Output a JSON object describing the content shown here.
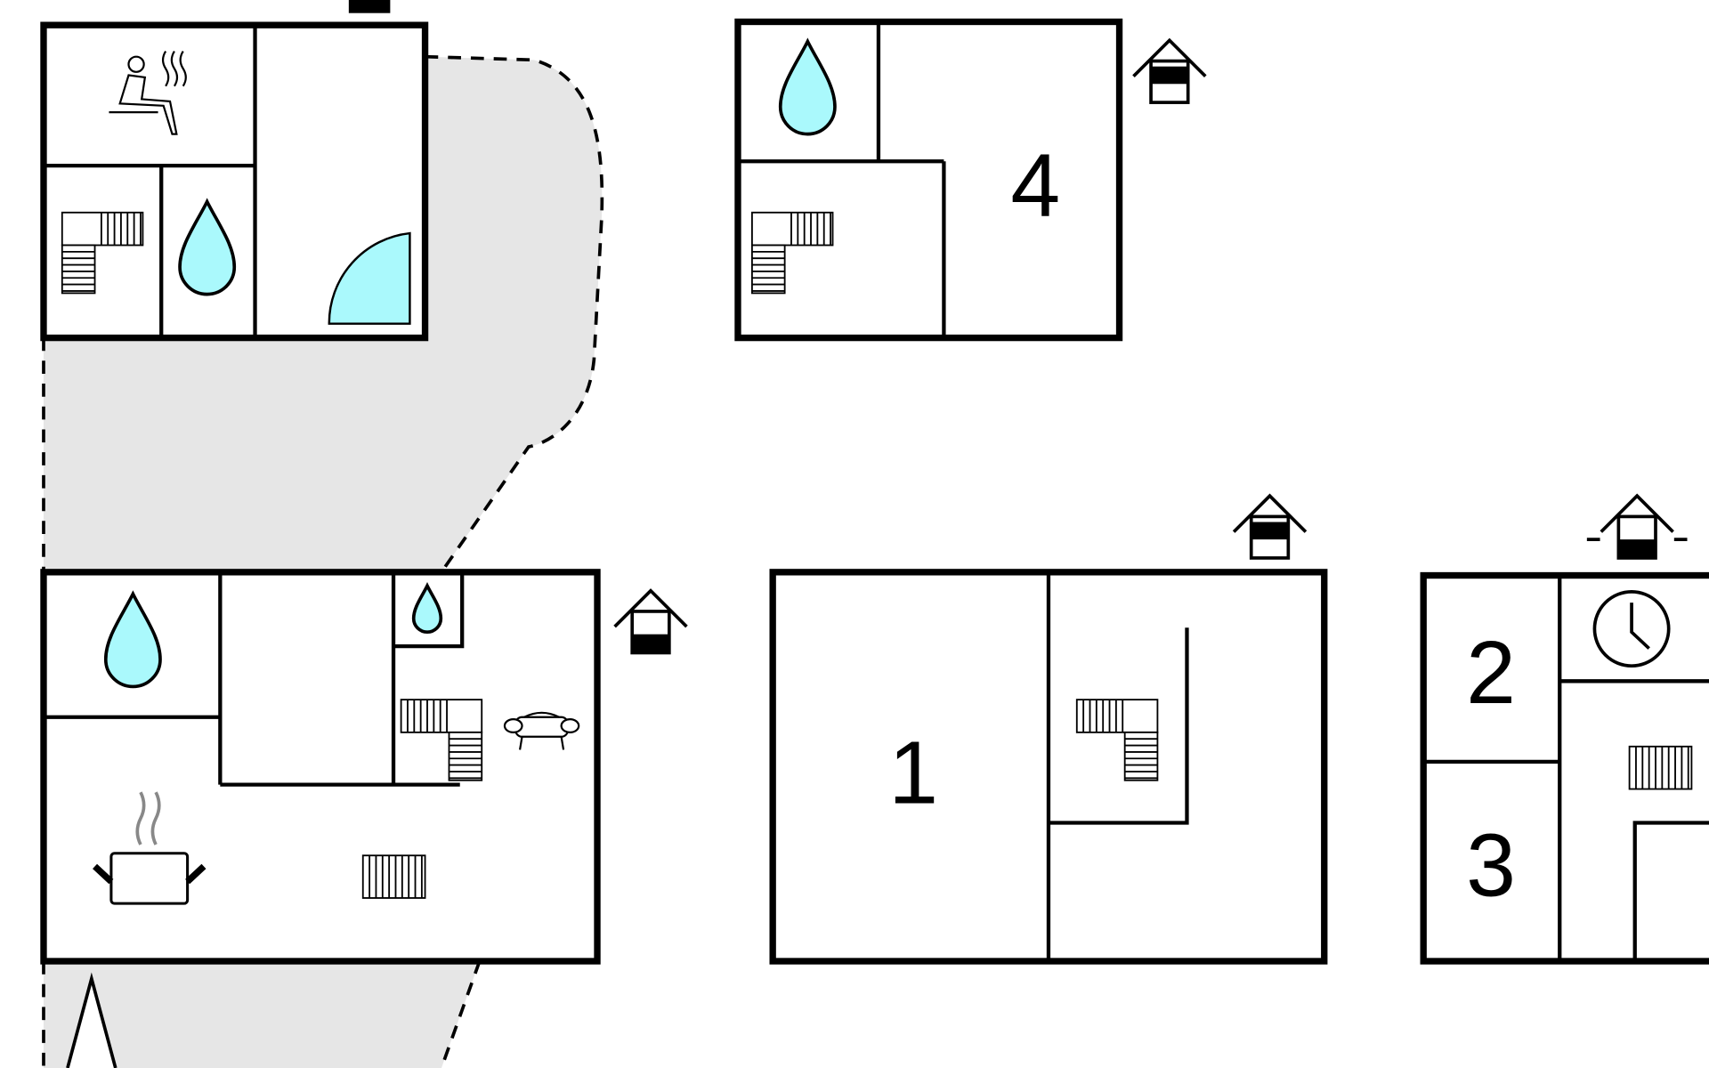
{
  "rooms": {
    "room1": "1",
    "room2": "2",
    "room3": "3",
    "room4": "4"
  },
  "colors": {
    "water": "#aaf9fc",
    "terrace": "#e6e6e6",
    "wall": "#000000"
  },
  "icons": [
    "sauna-icon",
    "water-drop-icon",
    "stairs-icon",
    "door-icon",
    "house-icon",
    "sofa-icon",
    "cooking-pot-icon",
    "radiator-icon",
    "clock-icon"
  ]
}
